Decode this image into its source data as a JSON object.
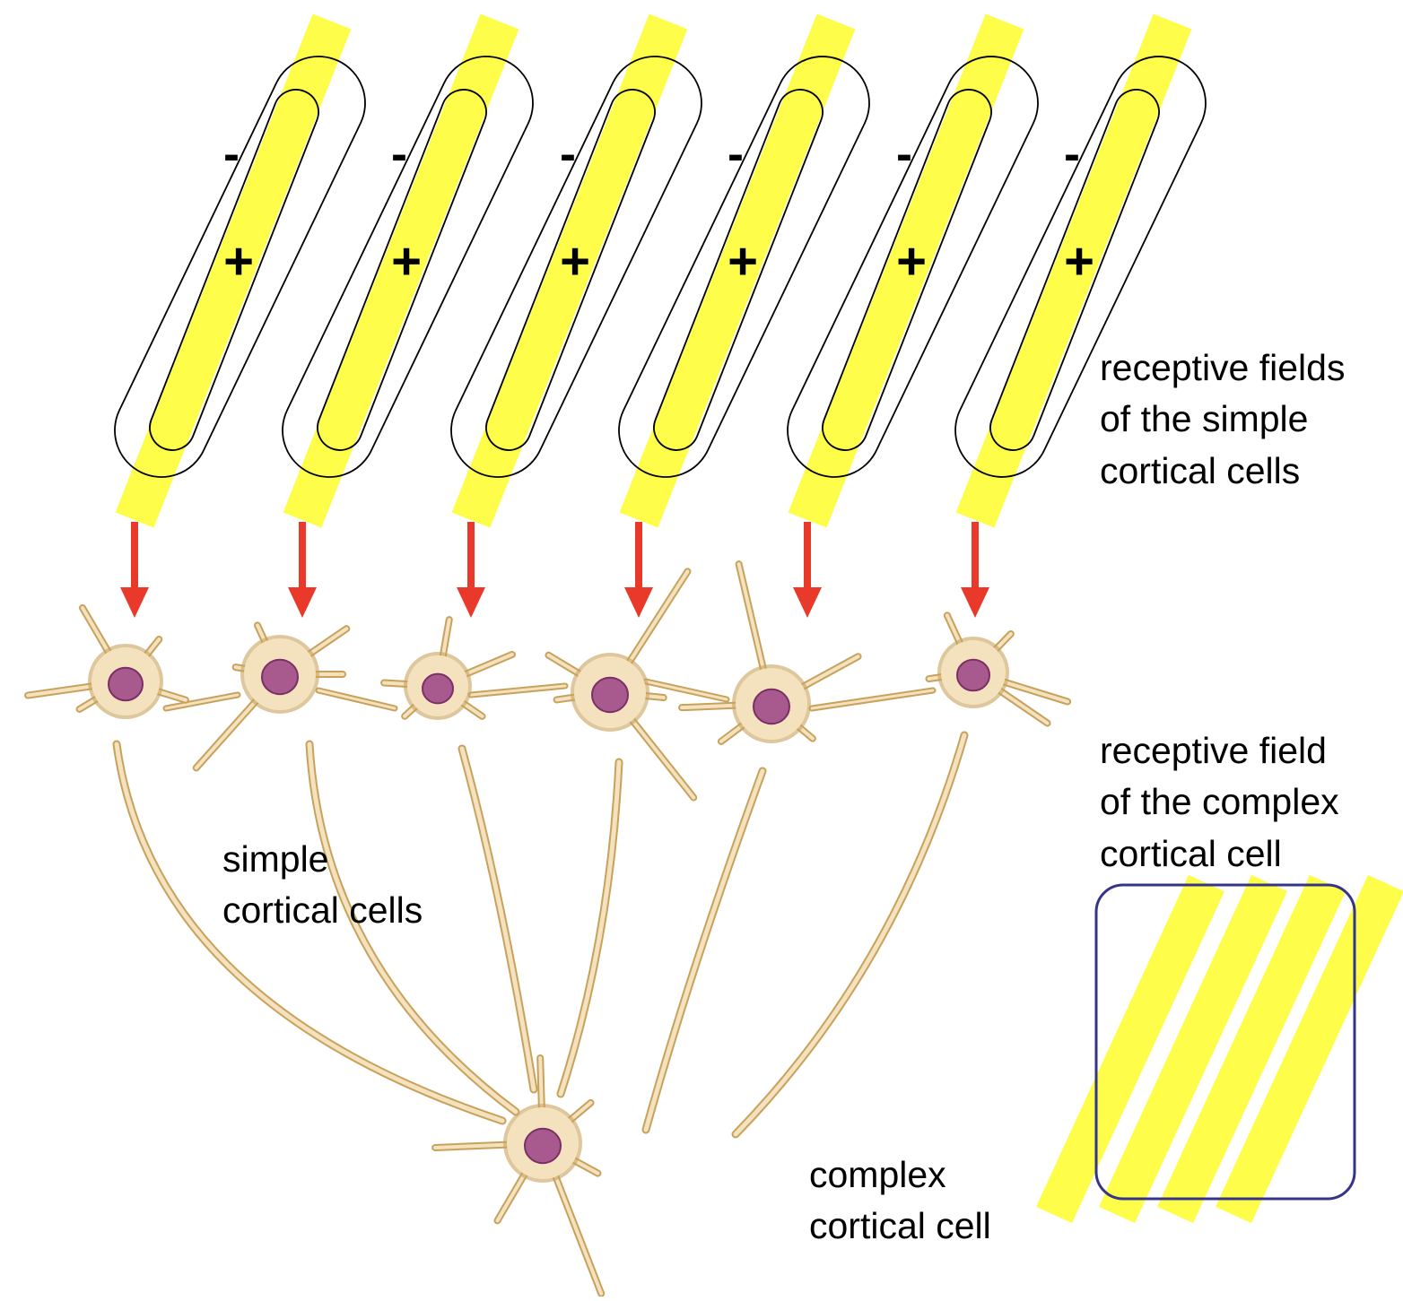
{
  "colors": {
    "bar": "#fdfd4a",
    "outline": "#000000",
    "arrow": "#e8392b",
    "cell_body": "#f3e2bd",
    "cell_edge": "#c8a25c",
    "nucleus": "#a85a8e",
    "nucleus_edge": "#7a2f66",
    "box": "#34348a"
  },
  "receptive_field_signs": {
    "minus": "-",
    "plus": "+"
  },
  "labels": {
    "simple_rf": [
      "receptive fields",
      "of the simple",
      "cortical cells"
    ],
    "complex_rf": [
      "receptive field",
      "of the complex",
      "cortical cell"
    ],
    "simple_cells": [
      "simple",
      "cortical cells"
    ],
    "complex_cell": [
      "complex",
      "cortical cell"
    ]
  }
}
